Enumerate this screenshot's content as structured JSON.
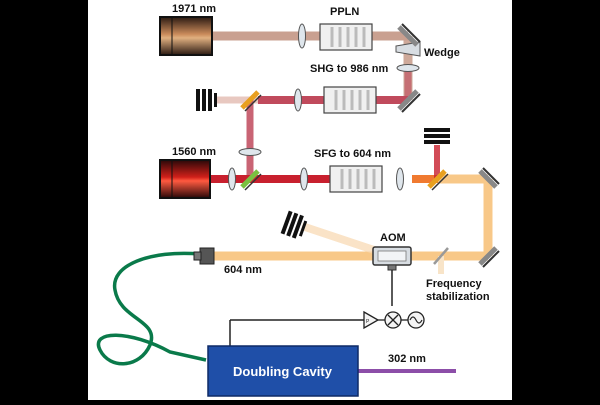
{
  "labels": {
    "laser_1971": "1971 nm",
    "laser_1560": "1560 nm",
    "ppln": "PPLN",
    "wedge": "Wedge",
    "shg": "SHG to 986 nm",
    "sfg": "SFG to 604 nm",
    "aom": "AOM",
    "fiber_wavelength": "604 nm",
    "freq_stab_line1": "Frequency",
    "freq_stab_line2": "stabilization",
    "doubling_cavity": "Doubling Cavity",
    "output_wavelength": "302 nm"
  },
  "colors": {
    "beam_1971": "#c9a090",
    "beam_986": "#c04a5c",
    "beam_1560": "#c8202e",
    "beam_604": "#f8c888",
    "beam_302": "#8c4ea8",
    "fiber": "#0a7a4a",
    "cavity": "#1f4fa8",
    "crystal": "#c0c0c0"
  },
  "icons": [
    "laser-icon",
    "lens-icon",
    "mirror-icon",
    "beam-dump-icon",
    "dichroic-mirror-icon",
    "wedge-icon",
    "amplifier-icon",
    "mixer-icon",
    "oscillator-icon",
    "fiber-coupler-icon"
  ]
}
